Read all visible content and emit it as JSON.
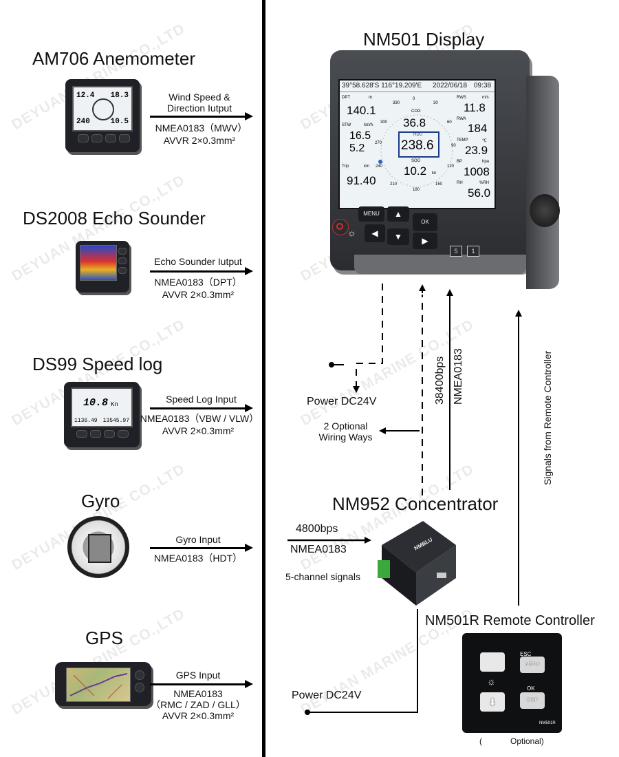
{
  "left": {
    "anemometer": {
      "title": "AM706 Anemometer",
      "label_top": "Wind Speed &\nDirection Iutput",
      "label_b1": "NMEA0183（MWV）",
      "label_b2": "AVVR 2×0.3mm²",
      "screen": [
        "12.4",
        "18.3",
        "240",
        "10.5"
      ]
    },
    "echo": {
      "title": "DS2008 Echo Sounder",
      "label_top": "Echo Sounder Iutput",
      "label_b1": "NMEA0183（DPT）",
      "label_b2": "AVVR 2×0.3mm²"
    },
    "speedlog": {
      "title": "DS99 Speed log",
      "label_top": "Speed Log Input",
      "label_b1": "NMEA0183（VBW / VLW）",
      "label_b2": "AVVR 2×0.3mm²",
      "screen": [
        "10.8",
        "Kn",
        "1136.49",
        "13545.97"
      ]
    },
    "gyro": {
      "title": "Gyro",
      "label_top": "Gyro Input",
      "label_b1": "NMEA0183（HDT）"
    },
    "gps": {
      "title": "GPS",
      "label_top": "GPS Input",
      "label_b1": "NMEA0183",
      "label_b2": "（RMC / ZAD / GLL）",
      "label_b3": "AVVR 2×0.3mm²"
    }
  },
  "display": {
    "title": "NM501 Display",
    "pos": "39°58.628'S  116°19.209'E",
    "date": "2022/06/18",
    "time": "09:38",
    "dpt_label": "DPT",
    "dpt_unit": "m",
    "dpt": "140.1",
    "stw_label": "STW",
    "stw_unit": "km/h",
    "stw1": "16.5",
    "stw2": "5.2",
    "trip_label": "Trip",
    "trip_unit": "km",
    "trip": "91.40",
    "cog_label": "COG",
    "cog": "36.8",
    "hdg_label": "HDG",
    "hdg": "238.6",
    "sog_label": "SOG",
    "sog": "10.2",
    "sog_unit": "kn",
    "rws_label": "RWS",
    "rws_unit": "m/s",
    "rws": "11.8",
    "rwa_label": "RWA",
    "rwa": "184",
    "temp_label": "TEMP",
    "temp_unit": "℃",
    "temp": "23.9",
    "bp_label": "BP",
    "bp_unit": "hpa",
    "bp": "1008",
    "rh_label": "RH",
    "rh_unit": "%RH",
    "rh": "56.0",
    "dial": [
      "0",
      "30",
      "60",
      "90",
      "120",
      "150",
      "180",
      "210",
      "240",
      "270",
      "300",
      "330"
    ],
    "menu_button": "MENU",
    "ok_button": "OK",
    "key5": "5",
    "key1": "1"
  },
  "middle": {
    "power_top": "Power DC24V",
    "optional_wiring": "2  Optional\nWiring Ways",
    "baud": "38400bps",
    "nmea": "NMEA0183",
    "signals": "Signals from Remote Controller"
  },
  "concentrator": {
    "title": "NM952 Concentrator",
    "baud": "4800bps",
    "nmea": "NMEA0183",
    "channels": "5-channel signals",
    "power": "Power DC24V",
    "brand": "NMBLU"
  },
  "remote": {
    "title": "NM501R Remote Controller",
    "esc": "ESC",
    "menu": "MENU",
    "ok": "OK",
    "disp": "DISP",
    "model": "NM501R",
    "optional_open": "(",
    "optional": "Optional)"
  },
  "watermark": "DEYUAN MARINE CO.,LTD"
}
